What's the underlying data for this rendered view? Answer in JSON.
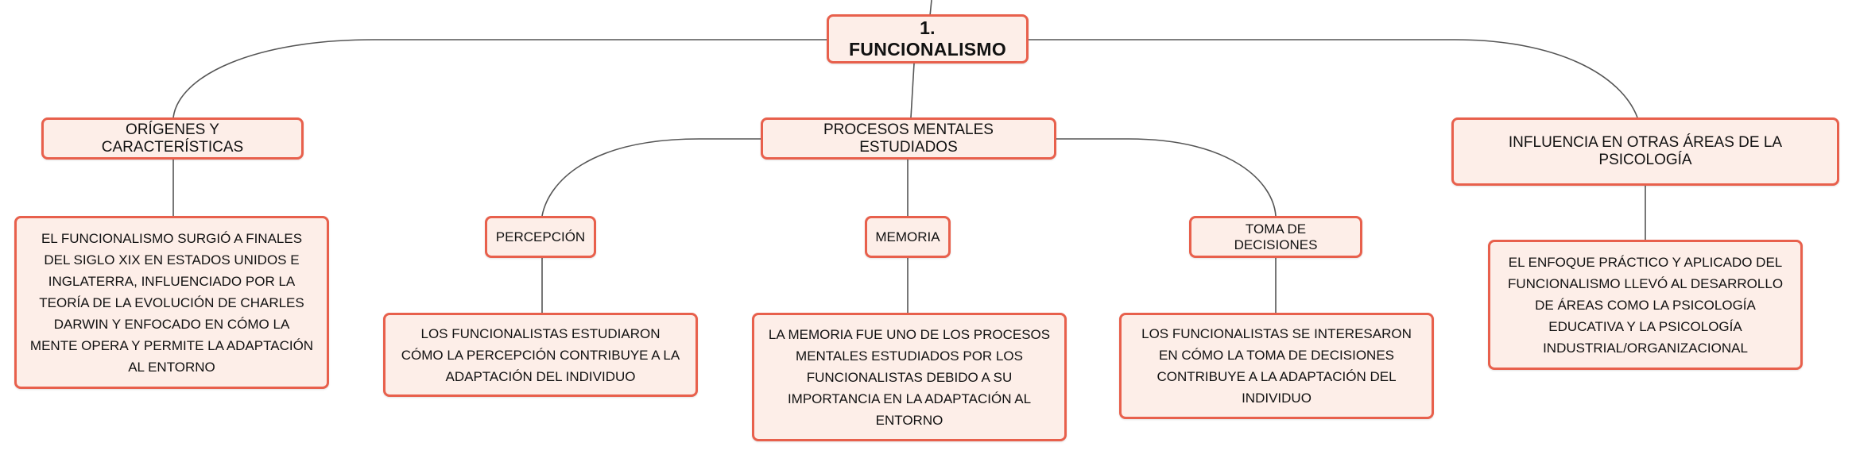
{
  "colors": {
    "node_border": "#e8604c",
    "node_fill": "#fdeee8",
    "connector": "#555555",
    "text": "#111111"
  },
  "root": {
    "label": "1. FUNCIONALISMO"
  },
  "branches": [
    {
      "label": "ORÍGENES Y CARACTERÍSTICAS",
      "detail": "EL FUNCIONALISMO SURGIÓ A FINALES DEL SIGLO XIX EN ESTADOS UNIDOS E INGLATERRA, INFLUENCIADO POR LA TEORÍA DE LA EVOLUCIÓN DE CHARLES DARWIN Y ENFOCADO EN CÓMO LA MENTE OPERA Y PERMITE LA ADAPTACIÓN AL ENTORNO"
    },
    {
      "label": "PROCESOS MENTALES ESTUDIADOS",
      "children": [
        {
          "label": "PERCEPCIÓN",
          "detail": "LOS FUNCIONALISTAS ESTUDIARON CÓMO LA PERCEPCIÓN CONTRIBUYE A LA ADAPTACIÓN DEL INDIVIDUO"
        },
        {
          "label": "MEMORIA",
          "detail": "LA MEMORIA FUE UNO DE LOS PROCESOS MENTALES ESTUDIADOS POR LOS FUNCIONALISTAS DEBIDO A SU IMPORTANCIA EN LA ADAPTACIÓN AL ENTORNO"
        },
        {
          "label": "TOMA DE DECISIONES",
          "detail": "LOS FUNCIONALISTAS SE INTERESARON EN CÓMO LA TOMA DE DECISIONES CONTRIBUYE A LA ADAPTACIÓN DEL INDIVIDUO"
        }
      ]
    },
    {
      "label": "INFLUENCIA EN OTRAS ÁREAS DE LA PSICOLOGÍA",
      "detail": "EL ENFOQUE PRÁCTICO Y APLICADO DEL FUNCIONALISMO LLEVÓ AL DESARROLLO DE ÁREAS COMO LA PSICOLOGÍA EDUCATIVA Y LA PSICOLOGÍA INDUSTRIAL/ORGANIZACIONAL"
    }
  ]
}
